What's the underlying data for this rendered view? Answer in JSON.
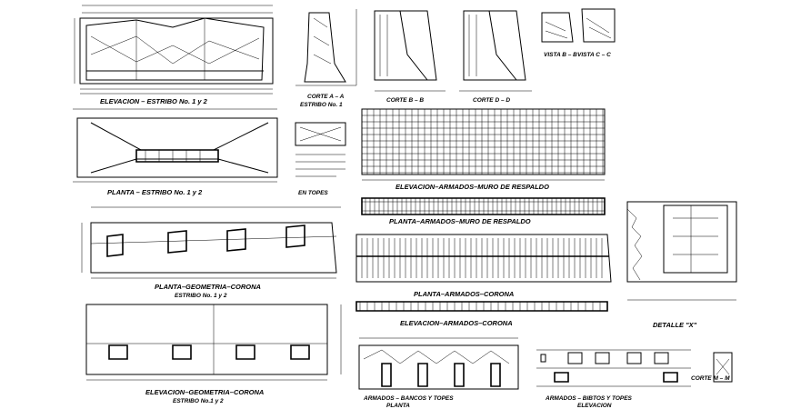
{
  "sheet": {
    "labels": {
      "elev_estribo": "ELEVACION – ESTRIBO No. 1 y 2",
      "corte_a": "CORTE A – A",
      "estribo_no1": "ESTRIBO No. 1",
      "corte_b": "CORTE B – B",
      "corte_d": "CORTE D – D",
      "vista_b": "VISTA B – B",
      "vista_c": "VISTA C – C",
      "planta_estribo": "PLANTA – ESTRIBO No. 1 y 2",
      "en_topes": "EN TOPES",
      "elev_armados_muro": "ELEVACION–ARMADOS–MURO DE RESPALDO",
      "planta_armados_muro": "PLANTA–ARMADOS–MURO DE RESPALDO",
      "planta_geom_corona": "PLANTA–GEOMETRIA–CORONA",
      "estribo_no12_a": "ESTRIBO No. 1 y 2",
      "planta_armados_corona": "PLANTA–ARMADOS–CORONA",
      "elev_armados_corona": "ELEVACION–ARMADOS–CORONA",
      "detalle_x": "DETALLE \"X\"",
      "elev_geom_corona": "ELEVACION–GEOMETRIA–CORONA",
      "estribo_no12_b": "ESTRIBO No.1 y 2",
      "armados_bancos": "ARMADOS – BANCOS Y TOPES",
      "planta": "PLANTA",
      "armados_bibtos": "ARMADOS – BIBTOS Y TOPES",
      "elevacion": "ELEVACION",
      "corte_m": "CORTE M – M"
    }
  }
}
